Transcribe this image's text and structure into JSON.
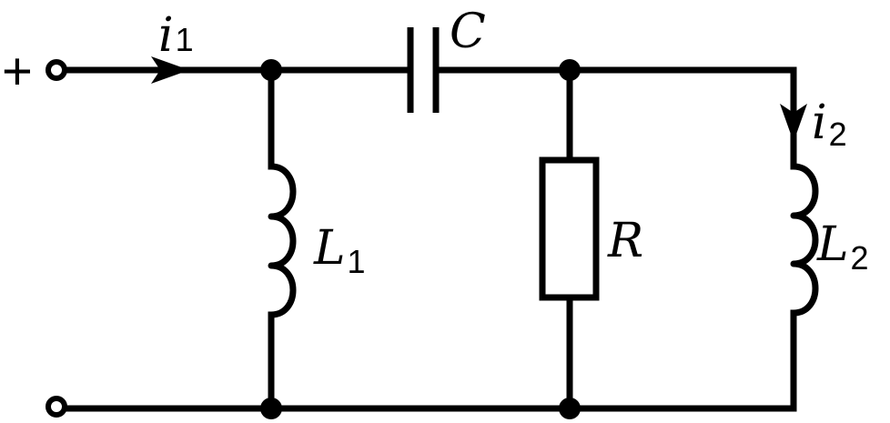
{
  "terminals": {
    "plus_sign": "+"
  },
  "labels": {
    "i1": {
      "main": "i",
      "sub": "1"
    },
    "i2": {
      "main": "i",
      "sub": "2"
    },
    "C": {
      "main": "C"
    },
    "L1": {
      "main": "L",
      "sub": "1"
    },
    "R": {
      "main": "R"
    },
    "L2": {
      "main": "L",
      "sub": "2"
    }
  },
  "colors": {
    "stroke": "#000000",
    "background": "#ffffff"
  }
}
